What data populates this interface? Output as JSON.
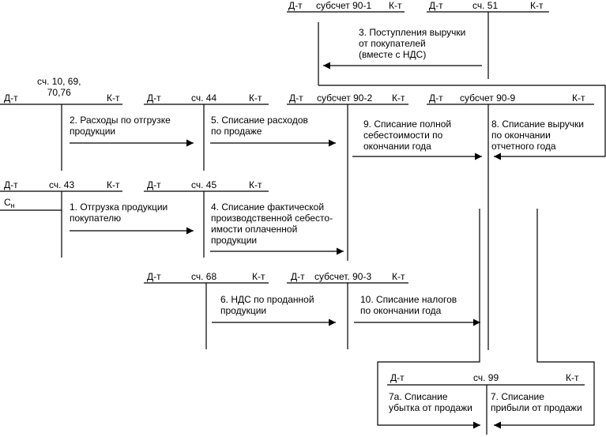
{
  "labels": {
    "debit": "Д-т",
    "credit": "К-т"
  },
  "accounts": {
    "a901": "субсчет 90-1",
    "a51": "сч. 51",
    "a1069": "сч. 10, 69,\n70,76",
    "a44": "сч. 44",
    "a902": "субсчет 90-2",
    "a909": "субсчет 90-9",
    "a43": "сч. 43",
    "a45": "сч. 45",
    "a68": "сч. 68",
    "a903": "субсчет. 90-3",
    "a99": "сч. 99"
  },
  "opening_balance": {
    "letter": "С",
    "subscript": "н"
  },
  "operations": {
    "op1": "1. Отгрузка продукции\nпокупателю",
    "op2": "2. Расходы по отгрузке\nпродукции",
    "op3": "3. Поступления выручки\nот покупателей\n(вместе с НДС)",
    "op4": "4. Списание фактической\nпроизводственной себесто-\nимости оплаченной\nпродукции",
    "op5": "5. Списание расходов\nпо продаже",
    "op6": "6. НДС по проданной\nпродукции",
    "op7": "7. Списание\nприбыли от продажи",
    "op7a": "7а. Списание\nубытка от продажи",
    "op8": "8. Списание выручки\nпо окончании\nотчетного года",
    "op9": "9. Списание полной\nсебестоимости по\nокончании года",
    "op10": "10. Списание налогов\nпо окончании года"
  }
}
